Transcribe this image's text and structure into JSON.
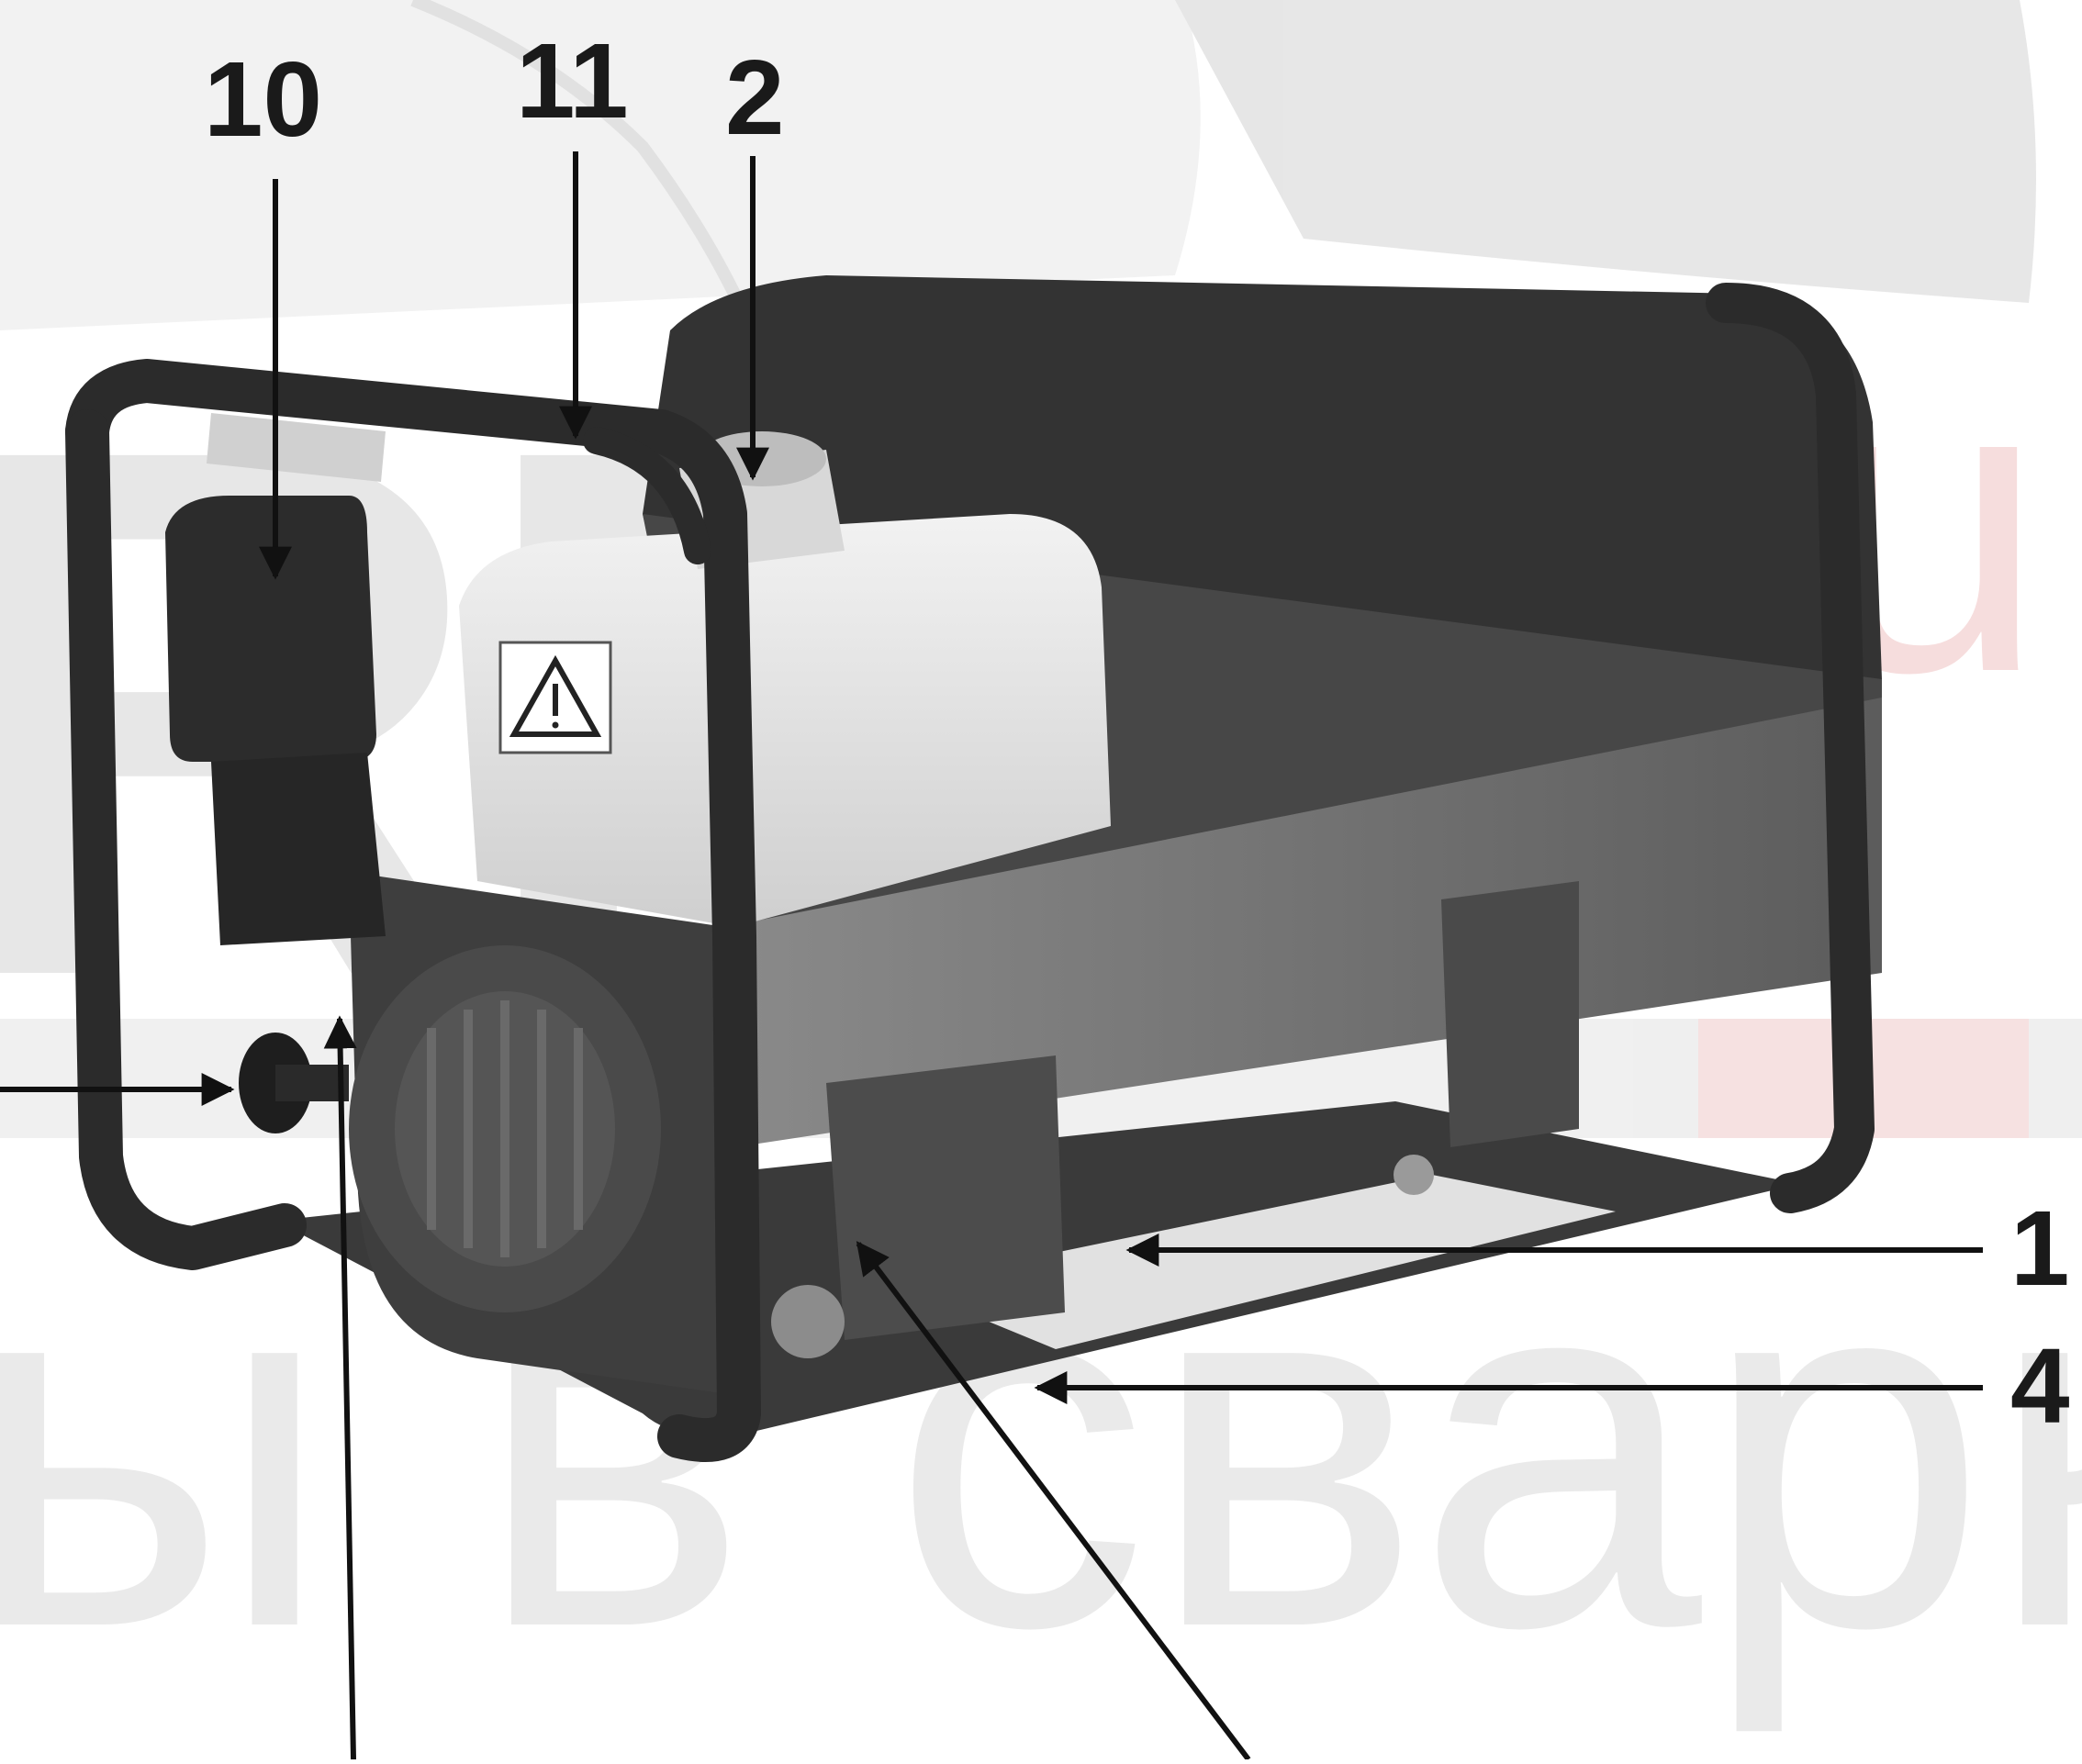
{
  "figure": {
    "watermark": {
      "main": "RMA",
      "suffix": "ru",
      "tagline": "ы в сварке"
    },
    "callouts": [
      {
        "id": "c10",
        "label": "10"
      },
      {
        "id": "c11",
        "label": "11"
      },
      {
        "id": "c2",
        "label": "2"
      },
      {
        "id": "c1",
        "label": "1"
      },
      {
        "id": "c4",
        "label": "4"
      }
    ],
    "colors": {
      "ink": "#1a1a1a",
      "frame": "#2b2b2b",
      "panel": "#6e6e6e",
      "engine_cover": "#e9e9e9",
      "watermark_red": "#f0c8c8",
      "watermark_gray": "#d9d9d9"
    },
    "icons": [
      "warning-triangle-icon"
    ]
  }
}
